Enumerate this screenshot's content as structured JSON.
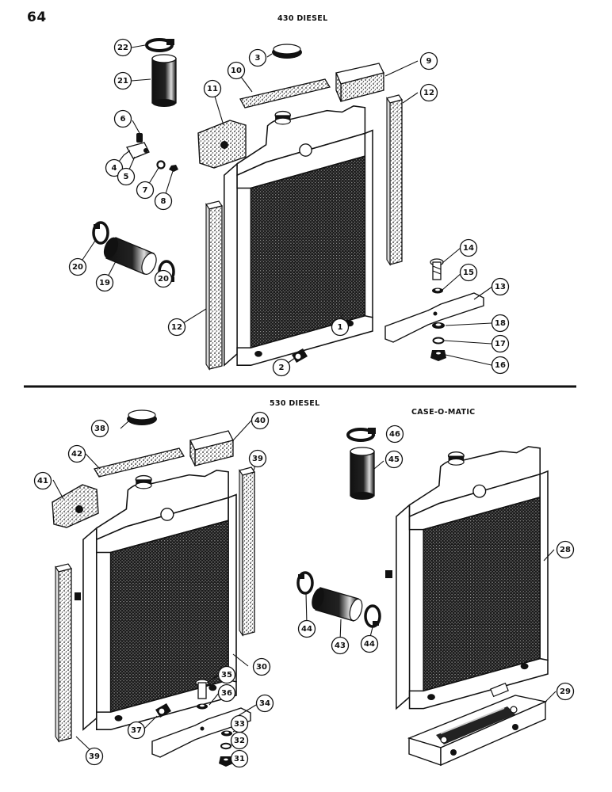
{
  "page": {
    "number": "64",
    "sections": {
      "top": "430 DIESEL",
      "bottom_left": "530 DIESEL",
      "bottom_right": "CASE-O-MATIC"
    }
  },
  "callouts": {
    "top": [
      "1",
      "2",
      "3",
      "4",
      "5",
      "6",
      "7",
      "8",
      "9",
      "10",
      "11",
      "12",
      "12",
      "13",
      "14",
      "15",
      "16",
      "17",
      "18",
      "19",
      "20",
      "20",
      "21",
      "22"
    ],
    "bottom_left": [
      "30",
      "31",
      "32",
      "33",
      "34",
      "35",
      "36",
      "37",
      "38",
      "39",
      "39",
      "40",
      "41",
      "42"
    ],
    "bottom_right": [
      "28",
      "29",
      "43",
      "44",
      "44",
      "45",
      "46"
    ]
  },
  "colors": {
    "ink": "#111111",
    "paper": "#ffffff"
  }
}
